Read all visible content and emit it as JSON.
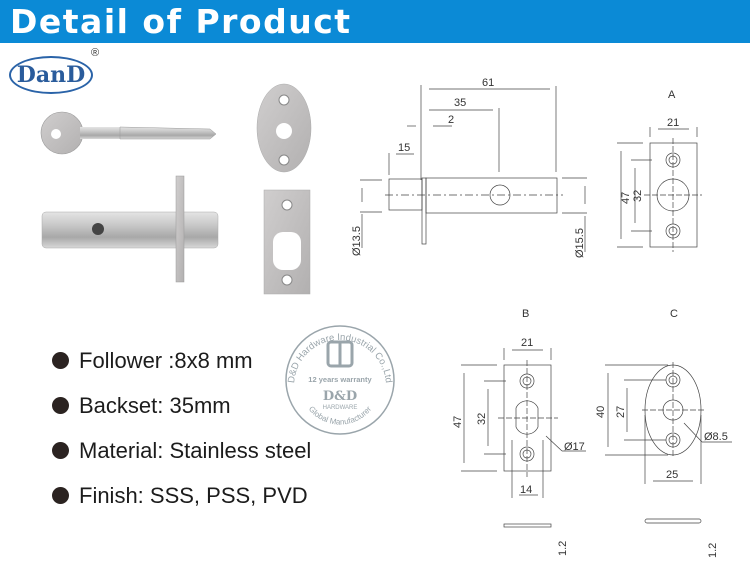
{
  "header": {
    "title": "Detail of Product",
    "background": "#0b8ad6"
  },
  "brand": {
    "logo_text": "DanD",
    "registered_mark": "®",
    "color": "#2a5c9c"
  },
  "features": [
    {
      "label": "Follower :8x8 mm"
    },
    {
      "label": "Backset: 35mm"
    },
    {
      "label": "Material: Stainless steel"
    },
    {
      "label": "Finish: SSS, PSS, PVD"
    }
  ],
  "stamp": {
    "arc_top": "D&D Hardware Industrial Co.,Ltd",
    "warranty": "12 years warranty",
    "brand": "D&D",
    "sub": "HARDWARE",
    "arc_bottom": "Global Manufacturer"
  },
  "drawings": {
    "main": {
      "length": "61",
      "backset": "35",
      "plate": "2",
      "front": "15",
      "dia_front": "Ø13.5",
      "dia_body": "Ø15.5"
    },
    "A": {
      "label": "A",
      "width": "21",
      "height": "47",
      "hole_spacing": "32"
    },
    "B": {
      "label": "B",
      "width": "21",
      "height": "47",
      "hole_spacing": "32",
      "dia": "Ø17",
      "opening": "14",
      "thickness": "1.2"
    },
    "C": {
      "label": "C",
      "width": "25",
      "height": "40",
      "hole_spacing": "27",
      "dia": "Ø8.5",
      "thickness": "1.2"
    }
  }
}
